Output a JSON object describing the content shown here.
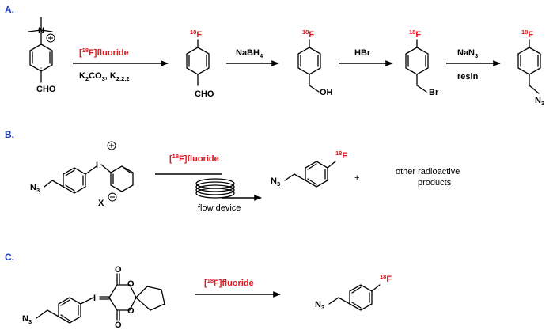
{
  "sections": [
    {
      "label": "A."
    },
    {
      "label": "B."
    },
    {
      "label": "C."
    }
  ],
  "reagents": {
    "fluoride_prefix": "[",
    "fluoride_iso": "18",
    "fluoride_rest": "F]fluoride",
    "k2co3_a": "K",
    "k2co3_b": "2",
    "k2co3_c": "CO",
    "k2co3_d": "3",
    "k2co3_e": ", K",
    "k222": "2.2.2",
    "nabh4_a": "NaBH",
    "nabh4_b": "4",
    "hbr": "HBr",
    "nan3_a": "NaN",
    "nan3_b": "3",
    "resin": "resin",
    "flow_device": "flow device",
    "other_products_line1": "other radioactive",
    "other_products_line2": "products",
    "plus": "+"
  },
  "atoms": {
    "cho": "CHO",
    "oh": "OH",
    "br": "Br",
    "n": "N",
    "n3_sub": "3",
    "f": "F",
    "f_iso": "18",
    "i": "I",
    "x": "X",
    "o": "O"
  }
}
